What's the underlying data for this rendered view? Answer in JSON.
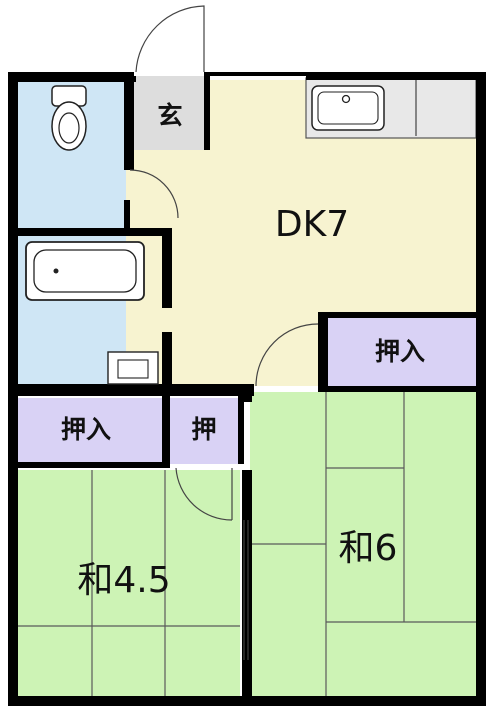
{
  "floor_plan": {
    "rooms": {
      "entrance": {
        "label": "玄"
      },
      "dk": {
        "label": "DK7"
      },
      "closet_right": {
        "label": "押入"
      },
      "closet_left": {
        "label": "押入"
      },
      "closet_small": {
        "label": "押"
      },
      "washitsu_left": {
        "label": "和4.5"
      },
      "washitsu_right": {
        "label": "和6"
      }
    },
    "colors": {
      "wall": "#000000",
      "water_area": "#cfe6f5",
      "dk_floor": "#f7f3d0",
      "entrance_floor": "#dddddd",
      "closet": "#d9d2f5",
      "tatami": "#cdf3b5",
      "counter": "#e8e8e8"
    },
    "fixtures": [
      "toilet-icon",
      "bathtub-icon",
      "washbasin-icon",
      "kitchen-sink-icon"
    ]
  }
}
